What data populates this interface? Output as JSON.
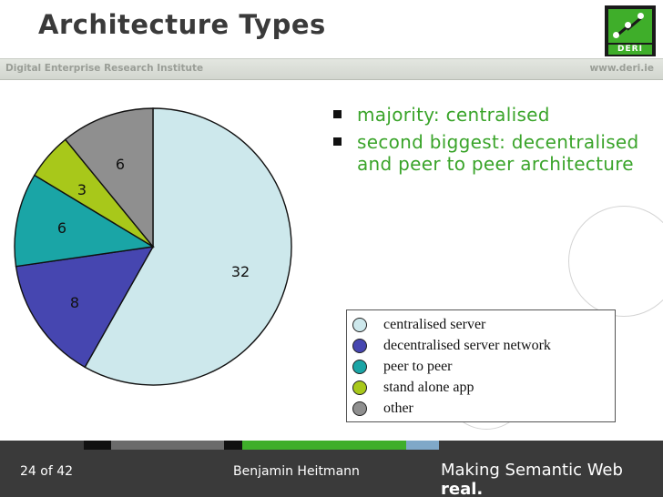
{
  "header": {
    "title": "Architecture Types",
    "institute": "Digital Enterprise Research Institute",
    "url": "www.deri.ie",
    "logo_text": "DERI"
  },
  "bullets": [
    "majority: centralised",
    "second biggest: decentralised and peer to peer architecture"
  ],
  "chart_data": {
    "type": "pie",
    "title": "",
    "labels": [
      "centralised server",
      "decentralised server network",
      "peer to peer",
      "stand alone app",
      "other"
    ],
    "values": [
      32,
      8,
      6,
      3,
      6
    ],
    "colors": [
      "#cde8ec",
      "#4646b0",
      "#1aa5a6",
      "#a8c81a",
      "#8f8f8f"
    ],
    "legend": "bottom-right"
  },
  "footer": {
    "page": "24 of 42",
    "author": "Benjamin Heitmann",
    "tagline_main": "Making Semantic Web",
    "tagline_bold": "real."
  }
}
